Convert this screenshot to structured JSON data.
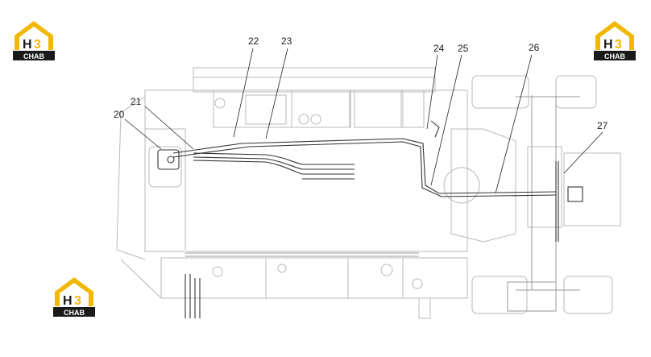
{
  "logo": {
    "text": "CHAB",
    "mark": "H3",
    "accent_color": "#f2b800",
    "dark_color": "#1a1a1a"
  },
  "callouts": [
    {
      "id": "20",
      "label": "20"
    },
    {
      "id": "21",
      "label": "21"
    },
    {
      "id": "22",
      "label": "22"
    },
    {
      "id": "23",
      "label": "23"
    },
    {
      "id": "24",
      "label": "24"
    },
    {
      "id": "25",
      "label": "25"
    },
    {
      "id": "26",
      "label": "26"
    },
    {
      "id": "27",
      "label": "27"
    }
  ]
}
